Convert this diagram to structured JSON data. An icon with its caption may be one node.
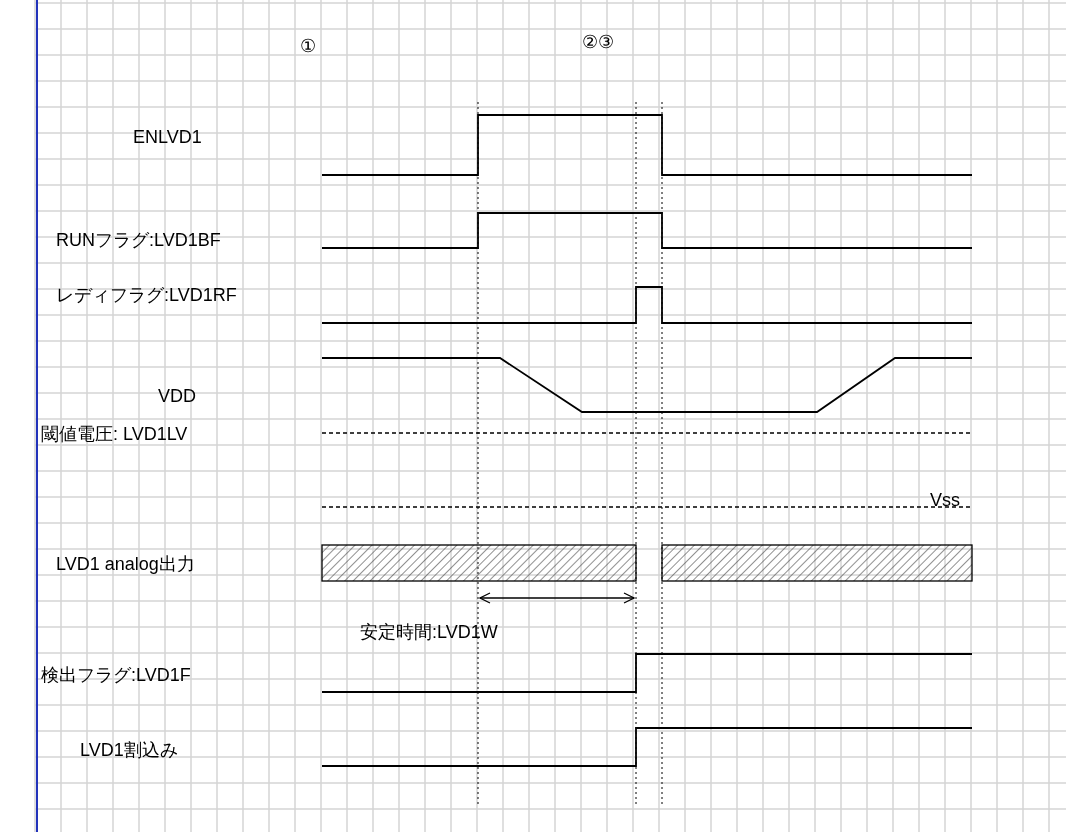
{
  "diagram": {
    "nodes": [
      {
        "text": [],
        "shape": "bar"
      },
      {
        "text": [],
        "shape": "bar"
      }
    ],
    "labels": [
      "①",
      "②③",
      "ENLVD1",
      "RUNフラグ:LVD1BF",
      "レディフラグ:LVD1RF",
      "VDD",
      "閾値電圧: LVD1LV",
      "Vss",
      "LVD1 analog出力",
      "安定時間:LVD1W",
      "検出フラグ:LVD1F",
      "LVD1割込み"
    ]
  }
}
